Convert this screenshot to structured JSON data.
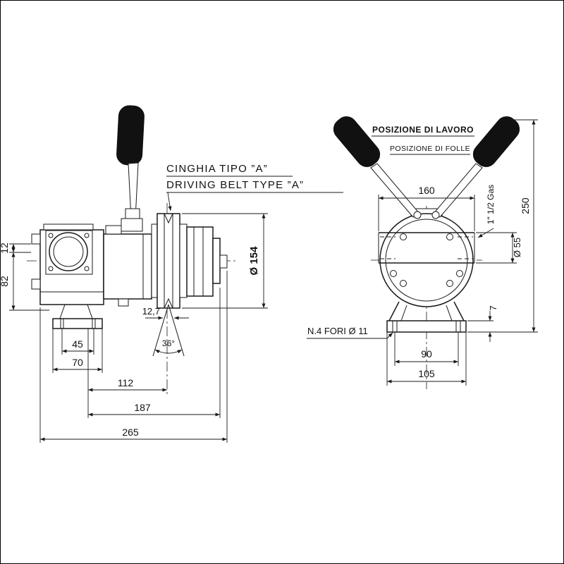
{
  "labels": {
    "belt_line1": "CINGHIA TIPO ”A”",
    "belt_line2": "DRIVING BELT TYPE ”A”",
    "position_work": "POSIZIONE DI LAVORO",
    "position_neutral": "POSIZIONE DI FOLLE",
    "holes_note": "N.4 FORI Ø 11"
  },
  "dimensions": {
    "side_view": {
      "port_offset": "12",
      "height_82": "82",
      "foot_hole_spacing": "45",
      "foot_width": "70",
      "len_112": "112",
      "len_187": "187",
      "overall_length": "265",
      "belt_width": "12,7",
      "groove_angle": "36°",
      "pulley_diameter": "Ø 154"
    },
    "front_view": {
      "port_span": "160",
      "thread": "1\" 1/2 Gas",
      "port_diameter": "Ø 55",
      "overall_height": "250",
      "base_thickness": "7",
      "hole_spacing": "90",
      "base_width": "105"
    }
  },
  "colors": {
    "line": "#1a1a1a",
    "handle": "#111111",
    "background": "#ffffff"
  }
}
